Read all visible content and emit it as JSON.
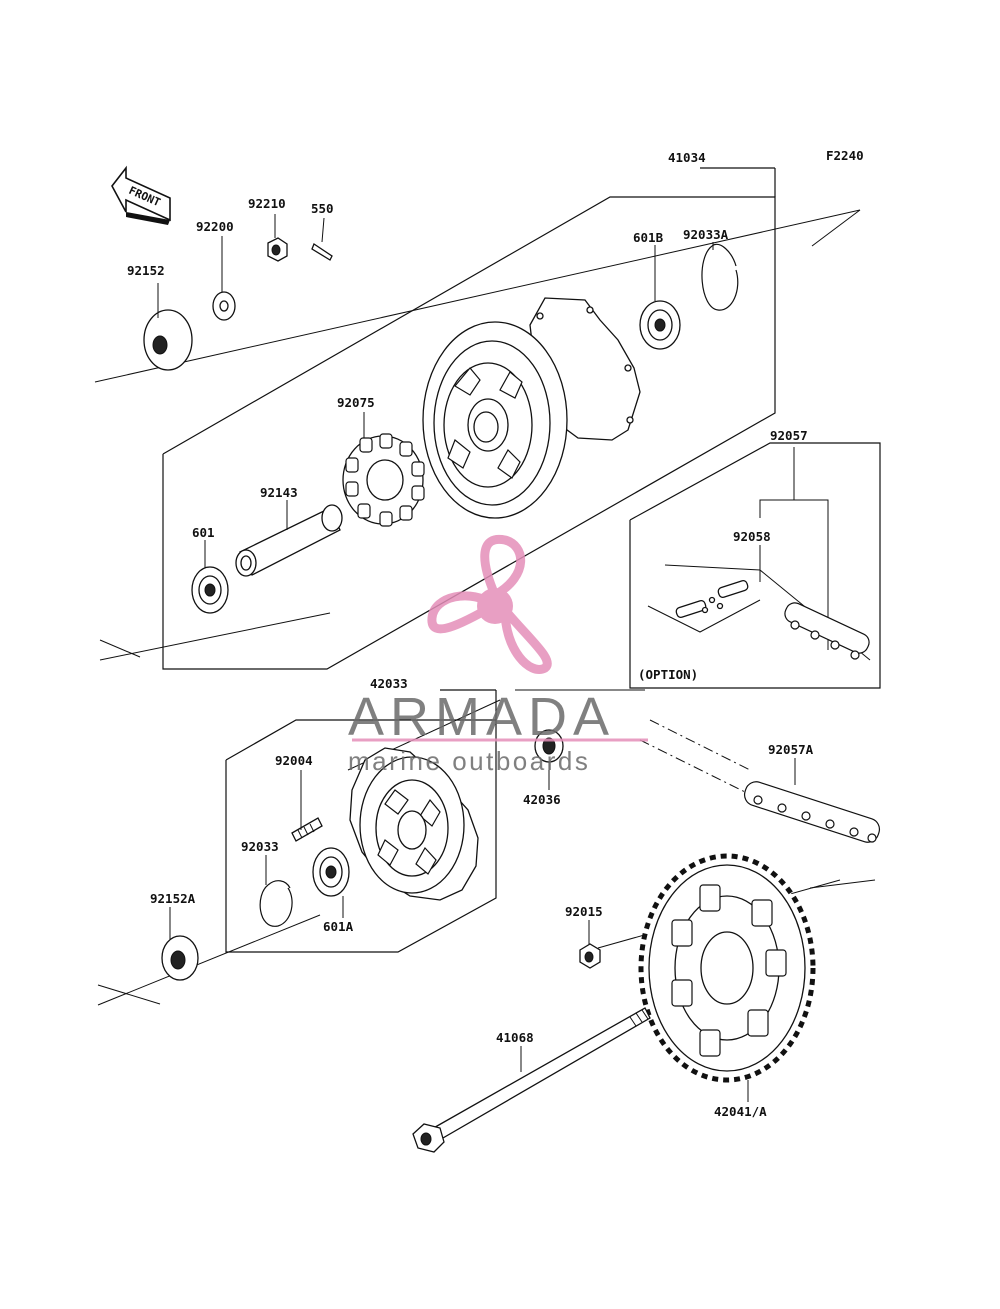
{
  "diagram_code": "F2240",
  "front_arrow_label": "FRONT",
  "option_label": "(OPTION)",
  "watermark": {
    "brand": "ARMADA",
    "tagline": "marine outboards",
    "color_pink": "#e48fb9",
    "color_gray": "#6b6b6b"
  },
  "parts": {
    "p41034": "41034",
    "p92152": "92152",
    "p92200": "92200",
    "p92210": "92210",
    "p550": "550",
    "p92033A": "92033A",
    "p601B": "601B",
    "p92075": "92075",
    "p92143": "92143",
    "p601": "601",
    "p92057": "92057",
    "p92058": "92058",
    "p42033": "42033",
    "p92004": "92004",
    "p42036": "42036",
    "p92057A": "92057A",
    "p92033": "92033",
    "p92152A": "92152A",
    "p601A": "601A",
    "p92015": "92015",
    "p41068": "41068",
    "p42041A": "42041/A"
  }
}
